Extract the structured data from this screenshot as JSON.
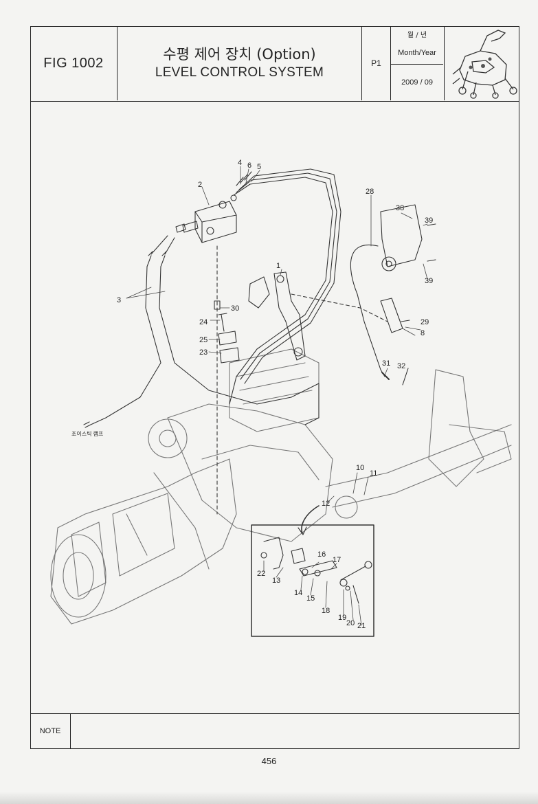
{
  "header": {
    "fig_label": "FIG 1002",
    "title_ko": "수평 제어 장치 (Option)",
    "title_en": "LEVEL CONTROL SYSTEM",
    "page": "P1",
    "date_label_ko": "월 / 년",
    "date_label_en": "Month/Year",
    "date_value": "2009 / 09"
  },
  "callouts": [
    "1",
    "2",
    "3",
    "4",
    "5",
    "6",
    "8",
    "10",
    "11",
    "12",
    "13",
    "14",
    "15",
    "16",
    "17",
    "18",
    "19",
    "20",
    "21",
    "22",
    "23",
    "24",
    "25",
    "28",
    "29",
    "30",
    "31",
    "32",
    "38",
    "39",
    "39"
  ],
  "annotation_ko": "조이스틱 램프",
  "note_label": "NOTE",
  "page_number": "456"
}
